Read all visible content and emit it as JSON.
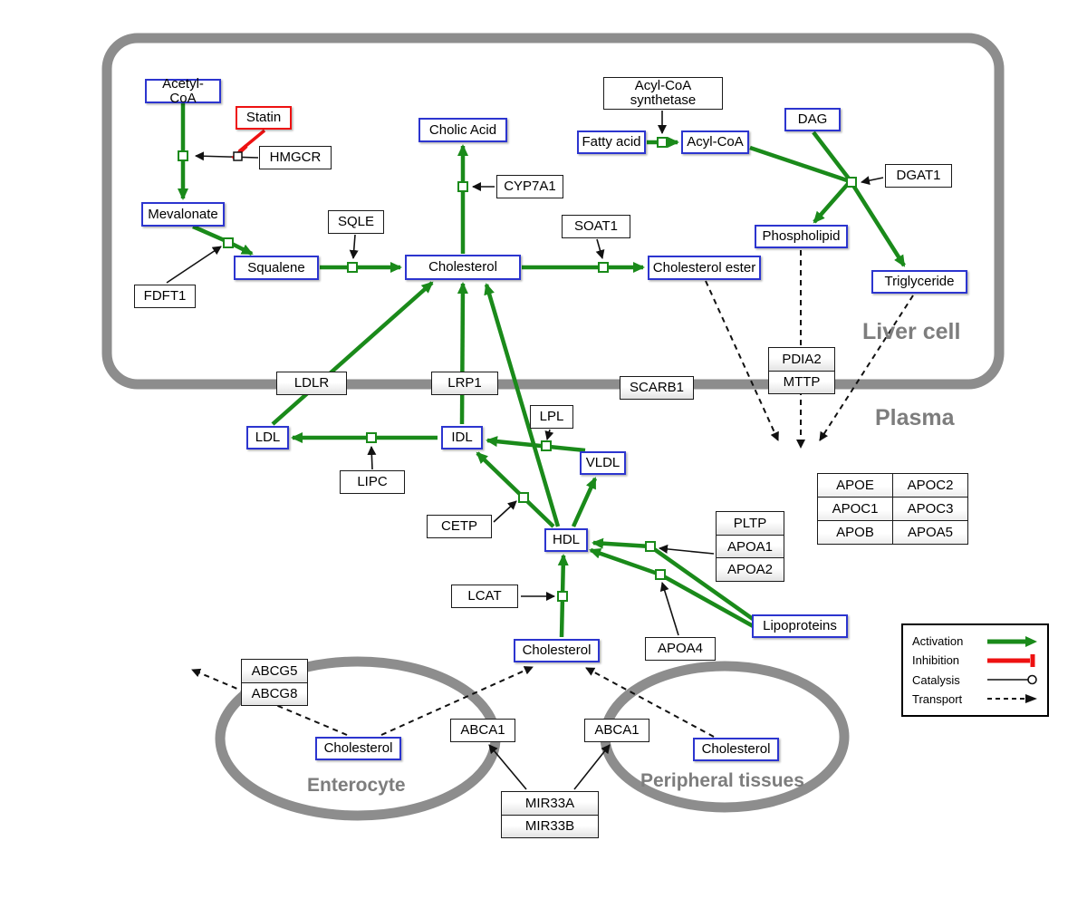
{
  "compartments": {
    "liver": "Liver cell",
    "plasma": "Plasma",
    "enterocyte": "Enterocyte",
    "peripheral": "Peripheral tissues"
  },
  "metabolites": {
    "acetyl_coa": "Acetyl-CoA",
    "mevalonate": "Mevalonate",
    "squalene": "Squalene",
    "cholesterol_liver": "Cholesterol",
    "cholic_acid": "Cholic Acid",
    "fatty_acid": "Fatty acid",
    "acyl_coa": "Acyl-CoA",
    "dag": "DAG",
    "phospholipid": "Phospholipid",
    "triglyceride": "Triglyceride",
    "cholesterol_ester": "Cholesterol ester",
    "ldl": "LDL",
    "idl": "IDL",
    "vldl": "VLDL",
    "hdl": "HDL",
    "cholesterol_plasma": "Cholesterol",
    "lipoproteins": "Lipoproteins",
    "cholesterol_enterocyte": "Cholesterol",
    "cholesterol_peripheral": "Cholesterol"
  },
  "proteins": {
    "statin": "Statin",
    "hmgcr": "HMGCR",
    "fdft1": "FDFT1",
    "sqle": "SQLE",
    "cyp7a1": "CYP7A1",
    "soat1": "SOAT1",
    "acyl_coa_synthetase": "Acyl-CoA synthetase",
    "dgat1": "DGAT1",
    "pdia2": "PDIA2",
    "mttp": "MTTP",
    "ldlr": "LDLR",
    "lrp1": "LRP1",
    "scarb1": "SCARB1",
    "lpl": "LPL",
    "lipc": "LIPC",
    "cetp": "CETP",
    "lcat": "LCAT",
    "pltp": "PLTP",
    "apoa1": "APOA1",
    "apoa2": "APOA2",
    "apoa4": "APOA4",
    "abcg5": "ABCG5",
    "abcg8": "ABCG8",
    "abca1_enterocyte": "ABCA1",
    "abca1_peripheral": "ABCA1",
    "mir33a": "MIR33A",
    "mir33b": "MIR33B"
  },
  "apo_table": [
    [
      "APOE",
      "APOC2"
    ],
    [
      "APOC1",
      "APOC3"
    ],
    [
      "APOB",
      "APOA5"
    ]
  ],
  "legend": {
    "activation": "Activation",
    "inhibition": "Inhibition",
    "catalysis": "Catalysis",
    "transport": "Transport"
  },
  "colors": {
    "activation_green": "#1a8a1a",
    "inhibition_red": "#ee1111",
    "metabolite_border_blue": "#2c35cf",
    "compartment_gray": "#8d8d8d"
  }
}
